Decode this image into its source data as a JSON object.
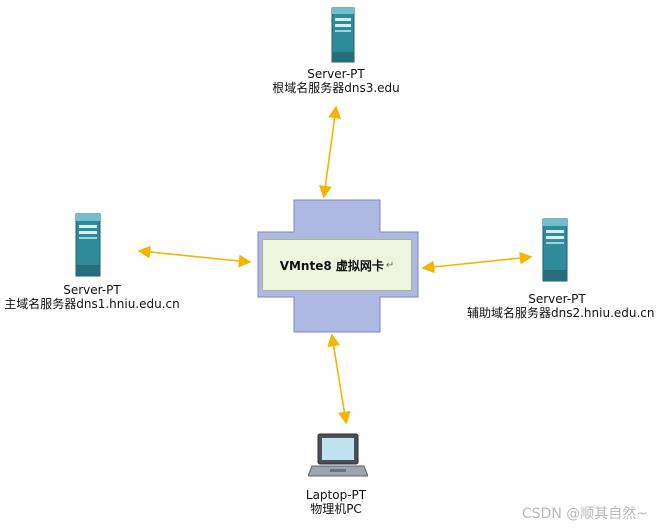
{
  "nodes": {
    "top": {
      "type": "Server-PT",
      "name": "根域名服务器dns3.edu"
    },
    "left": {
      "type": "Server-PT",
      "name": "主域名服务器dns1.hniu.edu.cn"
    },
    "right": {
      "type": "Server-PT",
      "name": "辅助域名服务器dns2.hniu.edu.cn"
    },
    "bottom": {
      "type": "Laptop-PT",
      "name": "物理机PC"
    }
  },
  "center": {
    "label": "VMnte8 虚拟网卡",
    "return_mark": "↵"
  },
  "watermark": "CSDN @顺其自然~",
  "colors": {
    "arrow": "#f5b400",
    "cross_fill": "#aeb8e3",
    "cross_stroke": "#7d89bf",
    "label_box": "#eef5df",
    "server": "#2f8a9a"
  }
}
